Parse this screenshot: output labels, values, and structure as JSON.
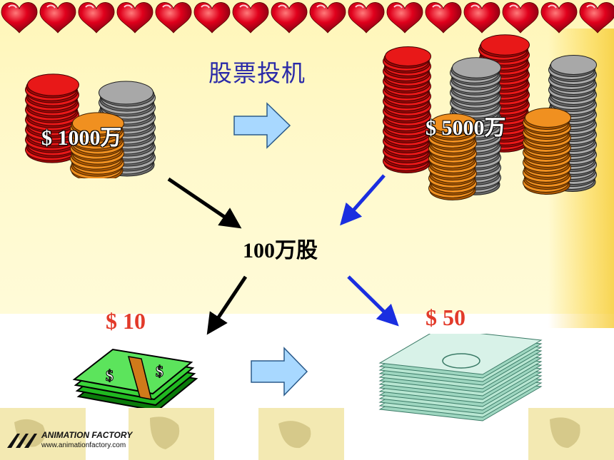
{
  "slide": {
    "title": "股票投机",
    "amount_before": "$ 1000万",
    "amount_after": "$ 5000万",
    "shares": "100万股",
    "price_low": "$ 10",
    "price_high": "$ 50"
  },
  "footer": {
    "brand": "ANIMATION FACTORY",
    "url": "www.animationfactory.com"
  },
  "colors": {
    "title": "#2a2aa8",
    "price": "#e23a2a",
    "arrow_black": "#000000",
    "arrow_blue": "#1a2ee0",
    "block_arrow": "#a8d8ff",
    "heart": "#d8001c"
  }
}
